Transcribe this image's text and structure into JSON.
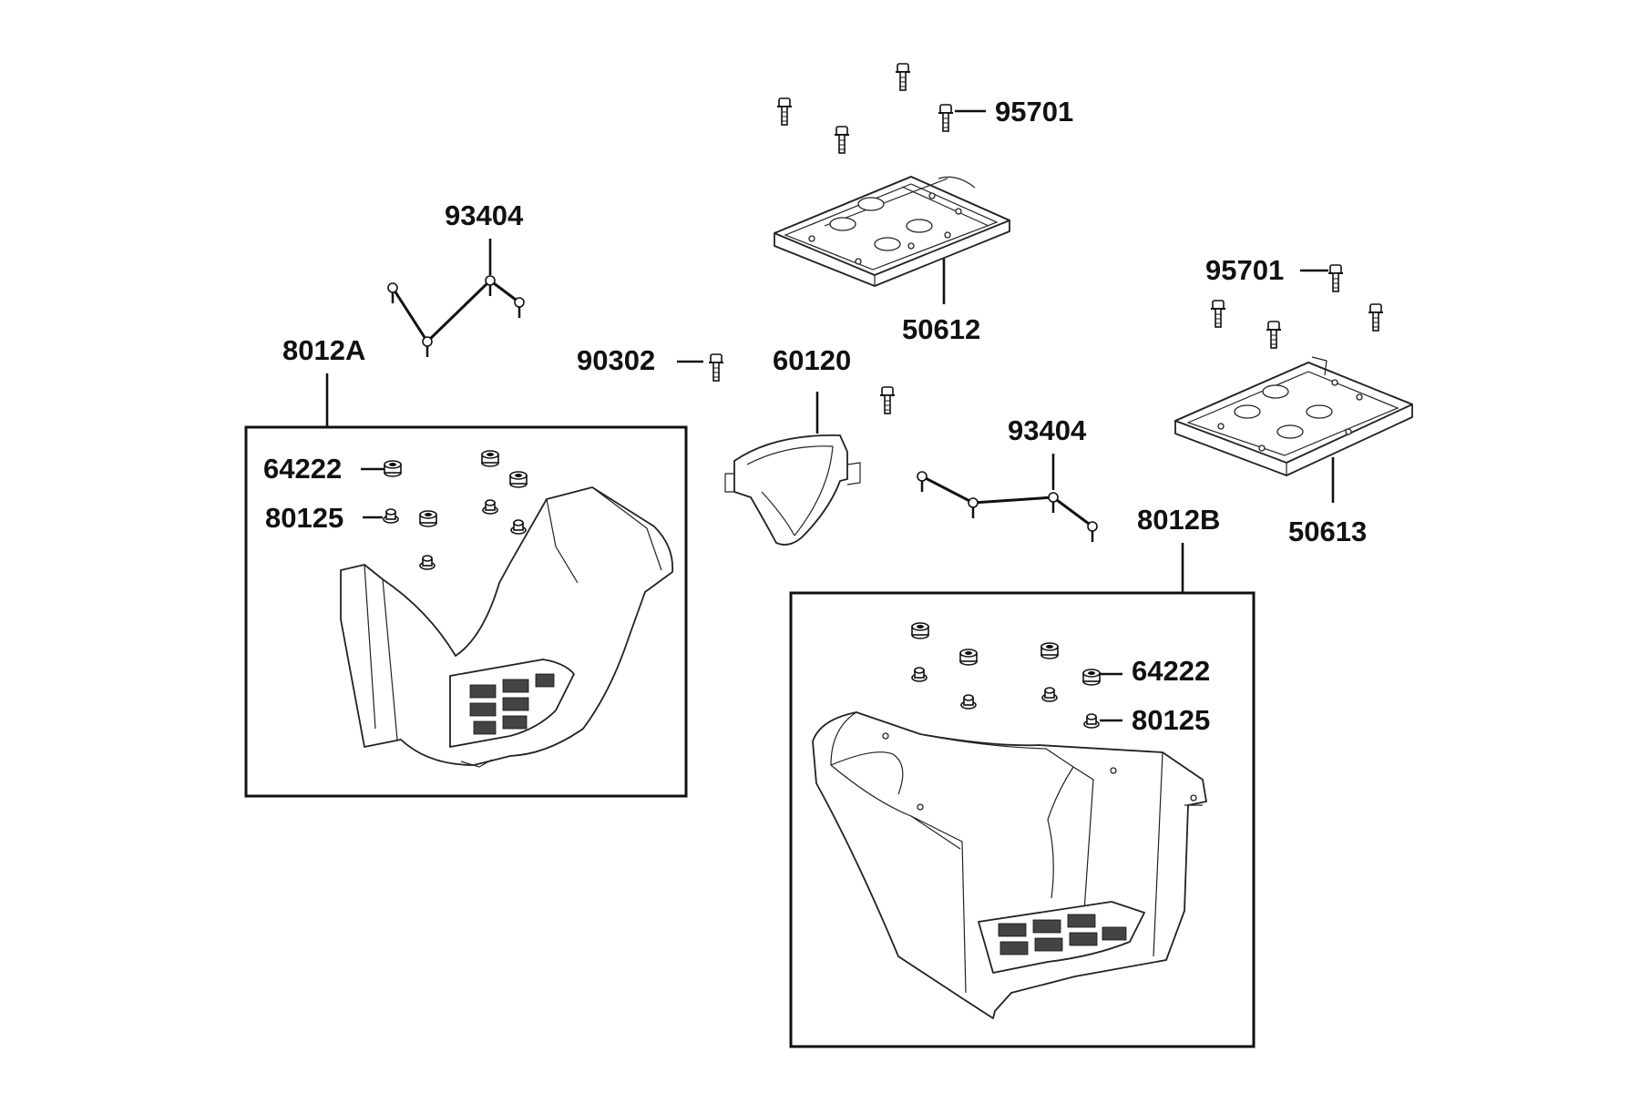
{
  "labels": {
    "bolt_top": "95701",
    "link_left": "93404",
    "rack_front": "50612",
    "bolt_right": "95701",
    "panel_left": "8012A",
    "screw": "90302",
    "cover": "60120",
    "rack_rear": "50613",
    "link_right": "93404",
    "panel_right": "8012B",
    "grommet_left": "64222",
    "clip_left": "80125",
    "grommet_right": "64222",
    "clip_right": "80125"
  }
}
